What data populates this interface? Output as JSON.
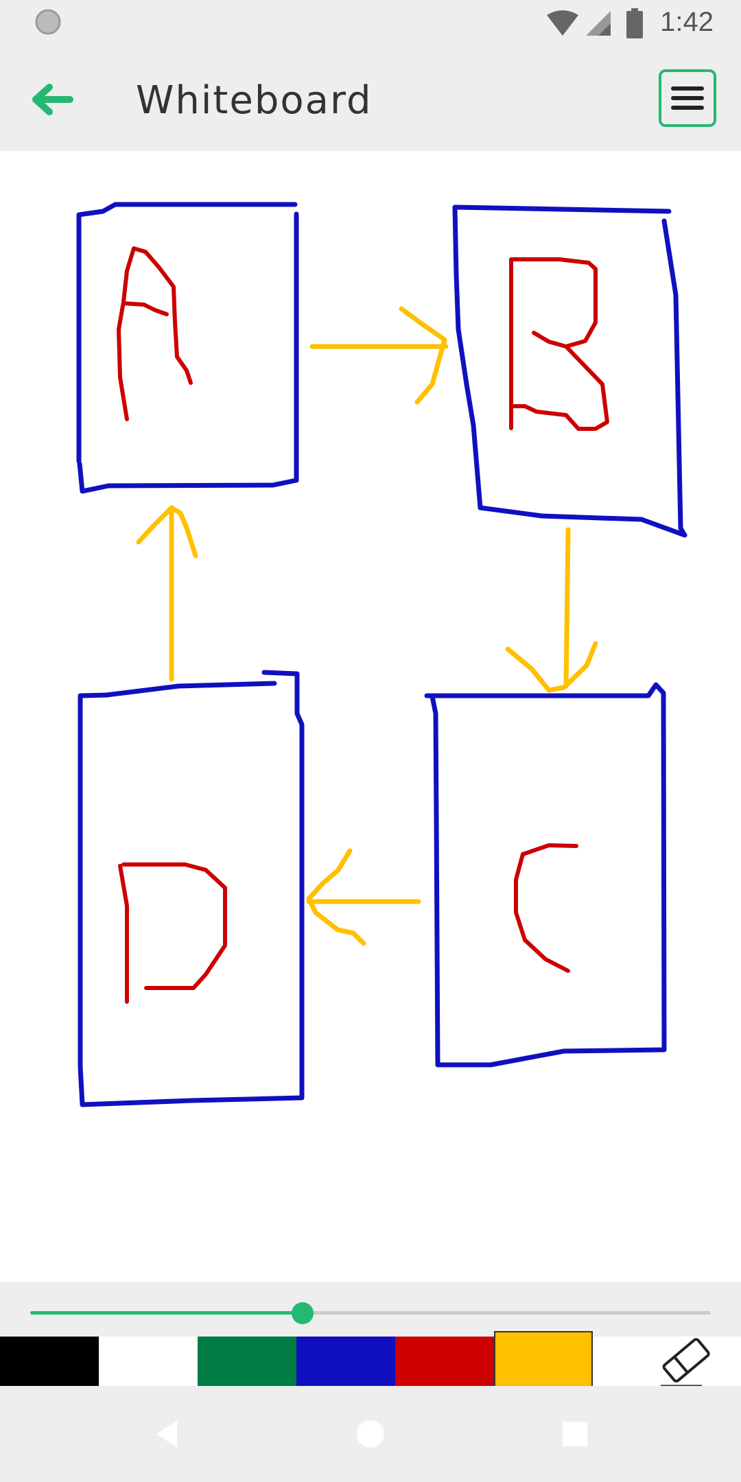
{
  "status_bar": {
    "time": "1:42"
  },
  "app_bar": {
    "title": "Whiteboard"
  },
  "canvas": {
    "box_labels": [
      "A",
      "B",
      "C",
      "D"
    ]
  },
  "toolbar": {
    "brush_size_fraction": 0.4,
    "palette": [
      {
        "name": "black",
        "color": "#000000"
      },
      {
        "name": "white",
        "color": "#ffffff"
      },
      {
        "name": "green",
        "color": "#007c45"
      },
      {
        "name": "blue",
        "color": "#1010c0"
      },
      {
        "name": "red",
        "color": "#cc0000"
      },
      {
        "name": "yellow",
        "color": "#ffc000"
      }
    ],
    "selected_color": "yellow",
    "eraser_icon": "eraser-icon"
  },
  "colors": {
    "accent": "#25b872",
    "box_stroke": "#1010c0",
    "letter_stroke": "#cc0000",
    "arrow_stroke": "#ffc000"
  }
}
